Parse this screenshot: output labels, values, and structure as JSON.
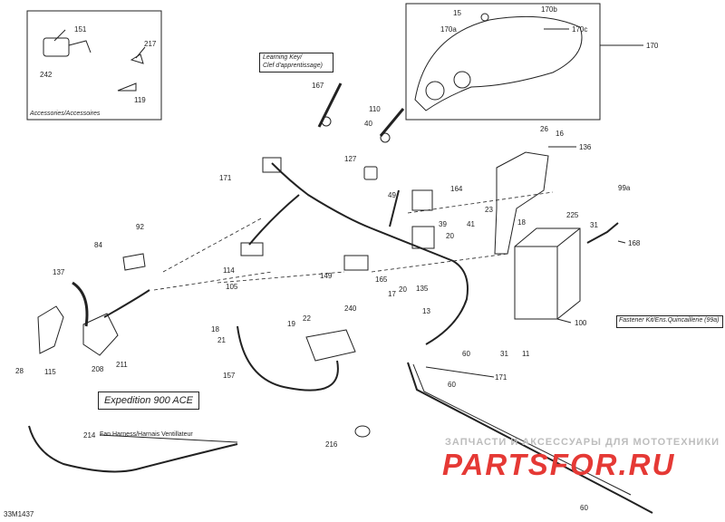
{
  "diagram": {
    "title": "Expedition 900 ACE",
    "code": "33M1437",
    "boxes": {
      "accessories": "Accessories/Accessoires",
      "learning_key_line1": "Learning Key/",
      "learning_key_line2": "Clef d'apprentissage)",
      "fastener_kit": "Fastener Kit/Ens.Quincaillerie (99a)",
      "fan_harness": "Fan Harness/Harnais Ventillateur"
    },
    "labels": {
      "p151": "151",
      "p242": "242",
      "p217": "217",
      "p119": "119",
      "p167": "167",
      "p110": "110",
      "p40": "40",
      "p127": "127",
      "p15": "15",
      "p170b": "170b",
      "p170a": "170a",
      "p170c": "170c",
      "p170": "170",
      "p171a": "171",
      "p49": "49",
      "p164": "164",
      "p26": "26",
      "p16": "16",
      "p136": "136",
      "p99a": "99a",
      "p225": "225",
      "p31a": "31",
      "p168": "168",
      "p23": "23",
      "p18a": "18",
      "p41": "41",
      "p39": "39",
      "p20a": "20",
      "p20b": "20",
      "p92": "92",
      "p84": "84",
      "p114": "114",
      "p149": "149",
      "p165": "165",
      "p137": "137",
      "p105": "105",
      "p17": "17",
      "p135": "135",
      "p13": "13",
      "p100": "100",
      "p240": "240",
      "p22": "22",
      "p19": "19",
      "p18b": "18",
      "p21": "21",
      "p115": "115",
      "p208": "208",
      "p211": "211",
      "p28": "28",
      "p157": "157",
      "p60a": "60",
      "p31b": "31",
      "p11": "11",
      "p171b": "171",
      "p60b": "60",
      "p214": "214",
      "p216": "216",
      "p60c": "60"
    },
    "watermark": {
      "top": "ЗАПЧАСТИ И АКСЕССУАРЫ ДЛЯ МОТОТЕХНИКИ",
      "main": "PARTSFOR.RU"
    },
    "colors": {
      "line": "#222222",
      "watermark_red": "#e53935",
      "watermark_grey": "#bdbdbd"
    }
  }
}
